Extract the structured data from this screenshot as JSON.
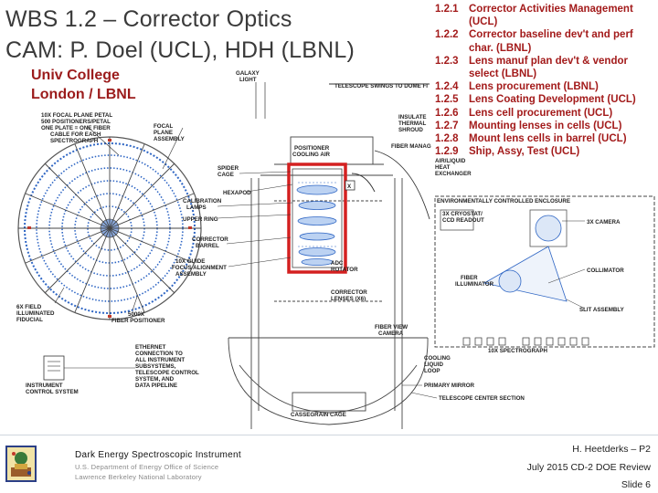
{
  "slide": {
    "title_line1": "WBS 1.2 – Corrector Optics",
    "title_line2": "CAM: P. Doel  (UCL), HDH (LBNL)",
    "subtitle_line1": "Univ College",
    "subtitle_line2": "London   /  LBNL"
  },
  "wbs_items": [
    {
      "num": "1.2.1",
      "text": "Corrector Activities Management (UCL)"
    },
    {
      "num": "1.2.2",
      "text": "Corrector baseline dev't and perf char.  (LBNL)"
    },
    {
      "num": "1.2.3",
      "text": "Lens manuf plan dev't & vendor select  (LBNL)"
    },
    {
      "num": "1.2.4",
      "text": "Lens procurement   (LBNL)"
    },
    {
      "num": "1.2.5",
      "text": "Lens Coating Development (UCL)"
    },
    {
      "num": "1.2.6",
      "text": "Lens cell procurement (UCL)"
    },
    {
      "num": "1.2.7",
      "text": "Mounting lenses in cells (UCL)"
    },
    {
      "num": "1.2.8",
      "text": "Mount lens cells in barrel (UCL)"
    },
    {
      "num": "1.2.9",
      "text": " Ship, Assy, Test (UCL)"
    }
  ],
  "diagram_labels": {
    "focal_plane_petal": "10X FOCAL PLANE PETAL",
    "positioners": "500 POSITIONERS/PETAL",
    "one_fiber": "ONE PLATE = ONE FIBER",
    "cable_each": "CABLE FOR EACH",
    "spectrograph": "SPECTROGRAPH",
    "galaxy_light": "GALAXY",
    "light": "LIGHT",
    "telescope_swings": "TELESCOPE SWINGS TO DOME FI",
    "focal_plane_assembly_1": "FOCAL",
    "focal_plane_assembly_2": "PLANE",
    "focal_plane_assembly_3": "ASSEMBLY",
    "insulated": "INSULATE",
    "thermal": "THERMAL",
    "shroud": "SHROUD",
    "fiber_manag": "FIBER MANAG",
    "positioner_cooling_1": "POSITIONER",
    "positioner_cooling_2": "COOLING AIR",
    "spider": "SPIDER",
    "cage": "CAGE",
    "hexapod": "HEXAPOD",
    "calibration_1": "CALIBRATION",
    "calibration_2": "LAMPS",
    "upper_ring": "UPPER RING",
    "corrector_barrel_1": "CORRECTOR",
    "corrector_barrel_2": "BARREL",
    "focus_alignment_1": "10X GUIDE",
    "focus_alignment_2": "FOCUS ALIGNMENT",
    "focus_alignment_3": "ASSEMBLY",
    "adc_rotator_1": "ADC",
    "adc_rotator_2": "ROTATOR",
    "corrector_lenses_1": "CORRECTOR",
    "corrector_lenses_2": "LENSES (X6)",
    "illuminated_1": "6X FIELD",
    "illuminated_2": "ILLUMINATED",
    "illuminated_3": "FIDUCIAL",
    "fiber_positioners_1": "5000X",
    "fiber_positioners_2": "FIBER POSITIONER",
    "ethernet_1": "ETHERNET",
    "ethernet_2": "CONNECTION TO",
    "ethernet_3": "ALL INSTRUMENT",
    "ethernet_4": "SUBSYSTEMS,",
    "ethernet_5": "TELESCOPE CONTROL",
    "ethernet_6": "SYSTEM, AND",
    "ethernet_7": "DATA PIPELINE",
    "instrument_control_1": "INSTRUMENT",
    "instrument_control_2": "CONTROL SYSTEM",
    "air_liquid_1": "AIR/LIQUID",
    "air_liquid_2": "HEAT",
    "air_liquid_3": "EXCHANGER",
    "enclosure": "ENVIRONMENTALLY CONTROLLED ENCLOSURE",
    "cryostat_1": "3X CRYOSTAT/",
    "cryostat_2": "CCD READOUT",
    "camera_3x": "3X CAMERA",
    "fiber_illuminator_1": "FIBER",
    "fiber_illuminator_2": "ILLUMINATOR",
    "collimator": "COLLIMATOR",
    "slit_assembly": "SLIT ASSEMBLY",
    "spectrograph_10x": "10X SPECTROGRAPH",
    "fiber_view_1": "FIBER VIEW",
    "fiber_view_2": "CAMERA",
    "cooling_loop_1": "COOLING",
    "cooling_loop_2": "LIQUID",
    "cooling_loop_3": "LOOP",
    "primary_mirror": "PRIMARY MIRROR",
    "telescope_center": "TELESCOPE CENTER SECTION",
    "cassegrain": "CASSEGRAIN CAGE",
    "adc_box": "X"
  },
  "footer": {
    "org_line1": "Dark Energy Spectroscopic Instrument",
    "org_line2": "U.S. Department of Energy Office of Science",
    "org_line3": "Lawrence Berkeley National Laboratory",
    "presenter": "H. Heetderks – P2",
    "review": "July 2015 CD-2 DOE Review",
    "slide_number": "Slide 6"
  },
  "colors": {
    "title": "#3a3a3a",
    "accent_red": "#a31b1b",
    "highlight_box": "#d42020",
    "diagram_blue": "#2f66c4"
  }
}
